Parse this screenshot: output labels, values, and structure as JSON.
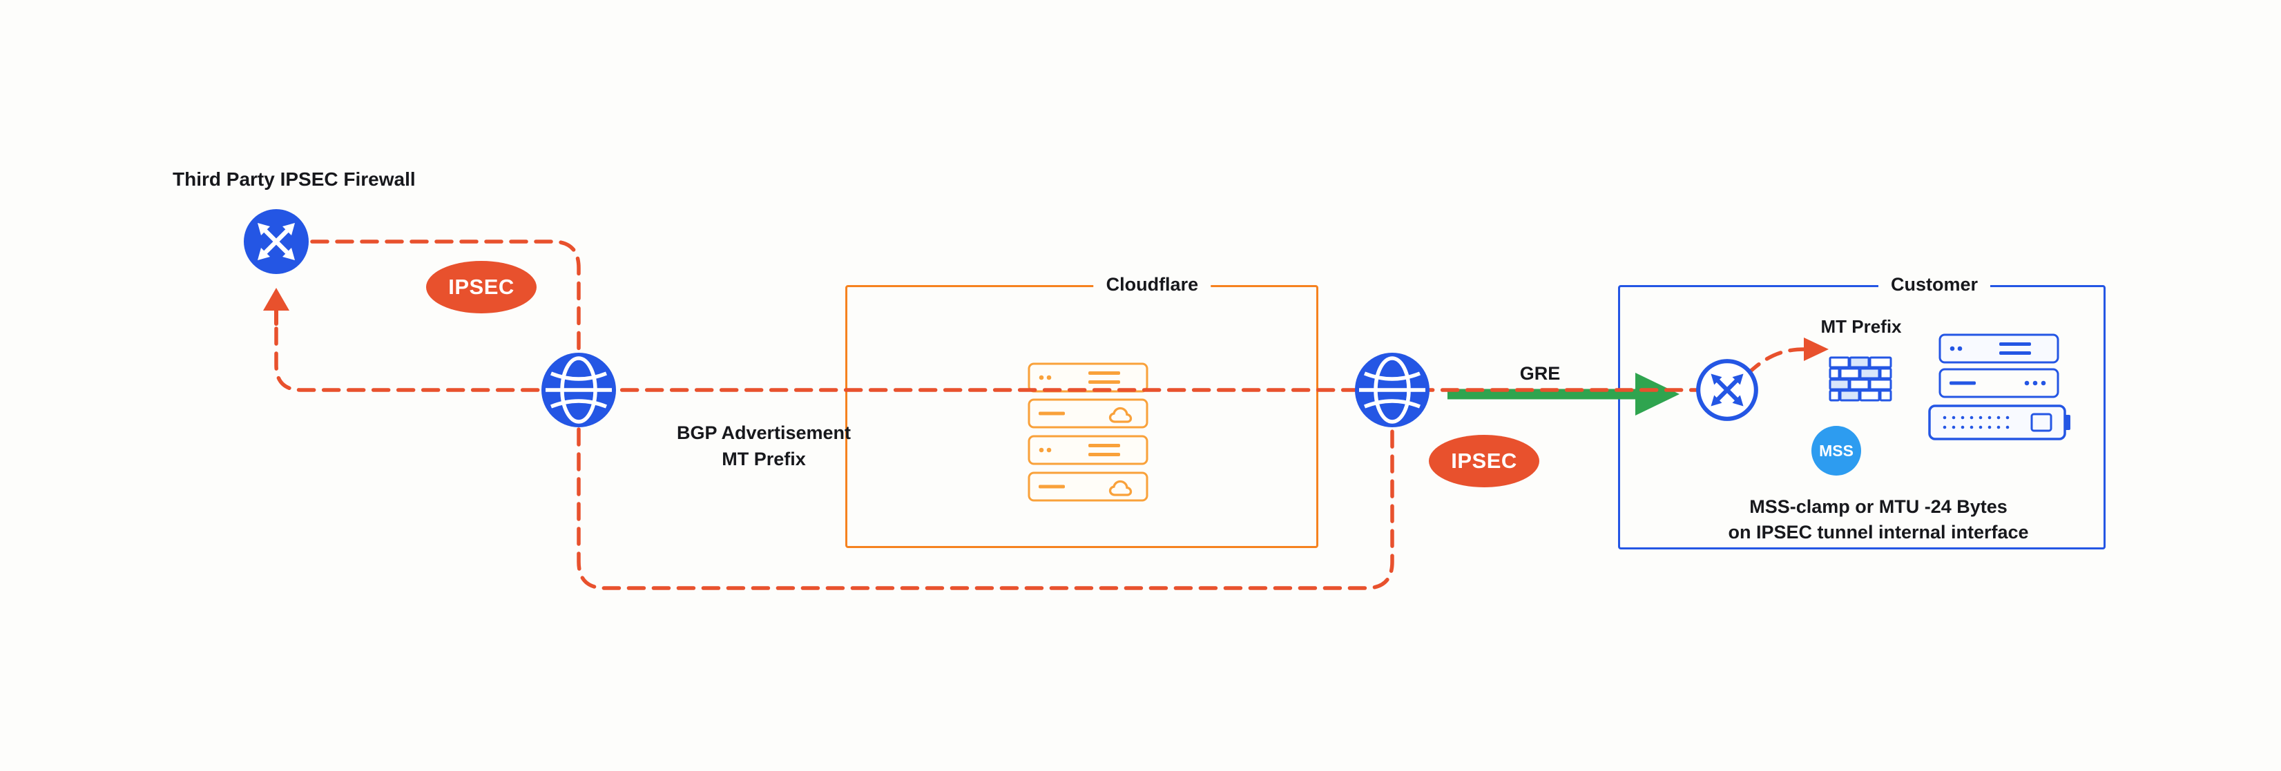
{
  "colors": {
    "background": "#FDFDFB",
    "blue": "#2456E4",
    "light_blue": "#2D9CF0",
    "orange_red": "#E8512D",
    "cloudflare_orange": "#F6821F",
    "server_orange": "#F9A13A",
    "green": "#2FA44F",
    "text": "#17181C"
  },
  "nodes": {
    "third_party_firewall": "Third Party IPSEC Firewall",
    "cloudflare": "Cloudflare",
    "customer": "Customer"
  },
  "badges": {
    "ipsec_left": "IPSEC",
    "ipsec_right": "IPSEC",
    "mss": "MSS"
  },
  "annotations": {
    "bgp_line1": "BGP Advertisement",
    "bgp_line2": "MT Prefix",
    "gre": "GRE",
    "mt_prefix": "MT Prefix",
    "mss_note_line1": "MSS-clamp or MTU -24 Bytes",
    "mss_note_line2": "on IPSEC tunnel internal interface"
  },
  "icons": {
    "left_router": "router-icon",
    "internet_left": "globe-icon",
    "internet_right": "globe-icon",
    "customer_router": "router-icon",
    "firewall": "firewall-brick-icon",
    "cloudflare_servers": "server-icon",
    "customer_servers": "server-icon",
    "gre_arrow": "green-arrow-icon",
    "tunnel_lines": "dashed-ipsec-tunnel"
  }
}
